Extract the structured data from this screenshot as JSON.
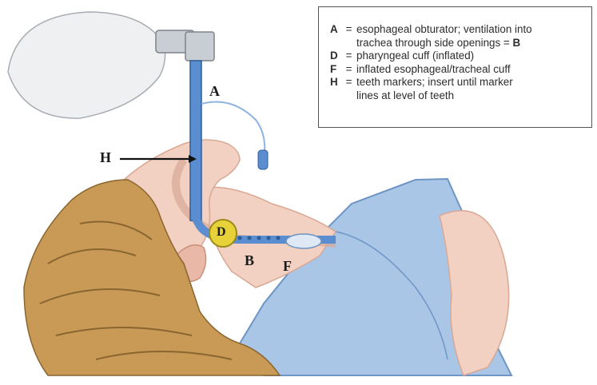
{
  "legend": {
    "a_key": "A",
    "a_text": "esophageal obturator; ventilation into",
    "a_cont_text": "trachea through side openings =",
    "a_cont_key": "B",
    "d_key": "D",
    "d_text": "pharyngeal cuff (inflated)",
    "f_key": "F",
    "f_text": "inflated esophageal/tracheal cuff",
    "h_key": "H",
    "h_text": "teeth markers; insert until marker",
    "h_cont_text": "lines at level of teeth",
    "equals": "="
  },
  "labels": {
    "A": "A",
    "H": "H",
    "D": "D",
    "B": "B",
    "F": "F"
  },
  "colors": {
    "skin": "#f2d0c2",
    "skin_shadow": "#d9a895",
    "hair": "#c89a55",
    "hair_dark": "#8a6530",
    "shirt": "#a9c6e6",
    "shirt_dark": "#6f95c4",
    "tube_blue": "#5a8ed0",
    "cuff_yellow": "#e8d23a",
    "bag_gray": "#d9dde2"
  }
}
